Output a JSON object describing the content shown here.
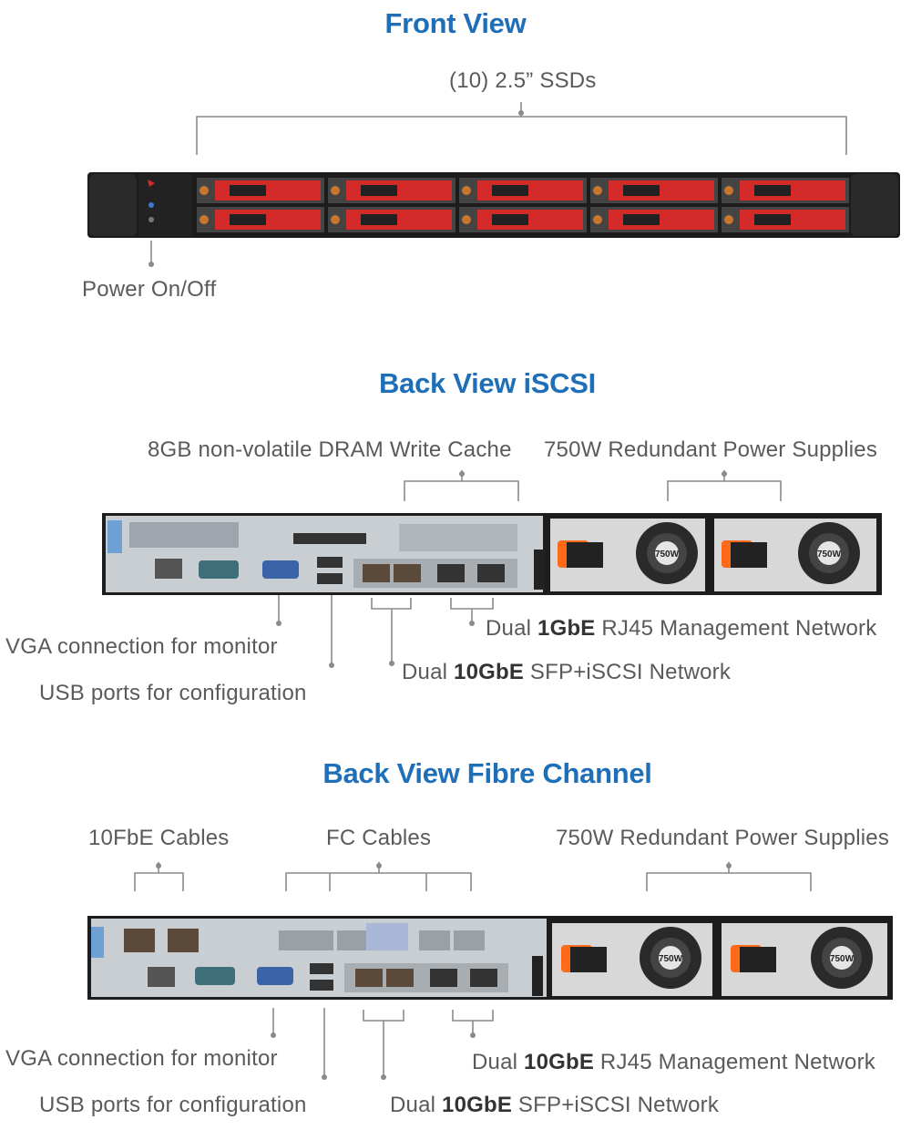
{
  "front": {
    "title": "Front View",
    "ssd_label": "(10) 2.5” SSDs",
    "power_label": "Power On/Off"
  },
  "iscsi": {
    "title": "Back View iSCSI",
    "dram_label": "8GB non-volatile DRAM Write Cache",
    "psu_label": "750W Redundant Power Supplies",
    "mgmt_label": {
      "pre": "Dual ",
      "bold": "1GbE",
      "post": " RJ45 Management Network"
    },
    "vga_label": "VGA connection for monitor",
    "sfp_label": {
      "pre": "Dual ",
      "bold": "10GbE",
      "post": " SFP+iSCSI Network"
    },
    "usb_label": "USB ports for configuration",
    "psu_badge": "750W"
  },
  "fc": {
    "title": "Back View Fibre Channel",
    "cables_10g_label": "10FbE Cables",
    "fc_cables_label": "FC Cables",
    "psu_label": "750W Redundant Power Supplies",
    "vga_label": "VGA connection for monitor",
    "mgmt_label": {
      "pre": "Dual ",
      "bold": "10GbE",
      "post": " RJ45 Management Network"
    },
    "usb_label": "USB ports for configuration",
    "sfp_label": {
      "pre": "Dual ",
      "bold": "10GbE",
      "post": " SFP+iSCSI Network"
    },
    "psu_badge": "750W"
  },
  "colors": {
    "title": "#1f6fb8",
    "drive": "#d42a2a",
    "chassis": "#1c1c1c",
    "back_panel": "#c9ced3"
  }
}
